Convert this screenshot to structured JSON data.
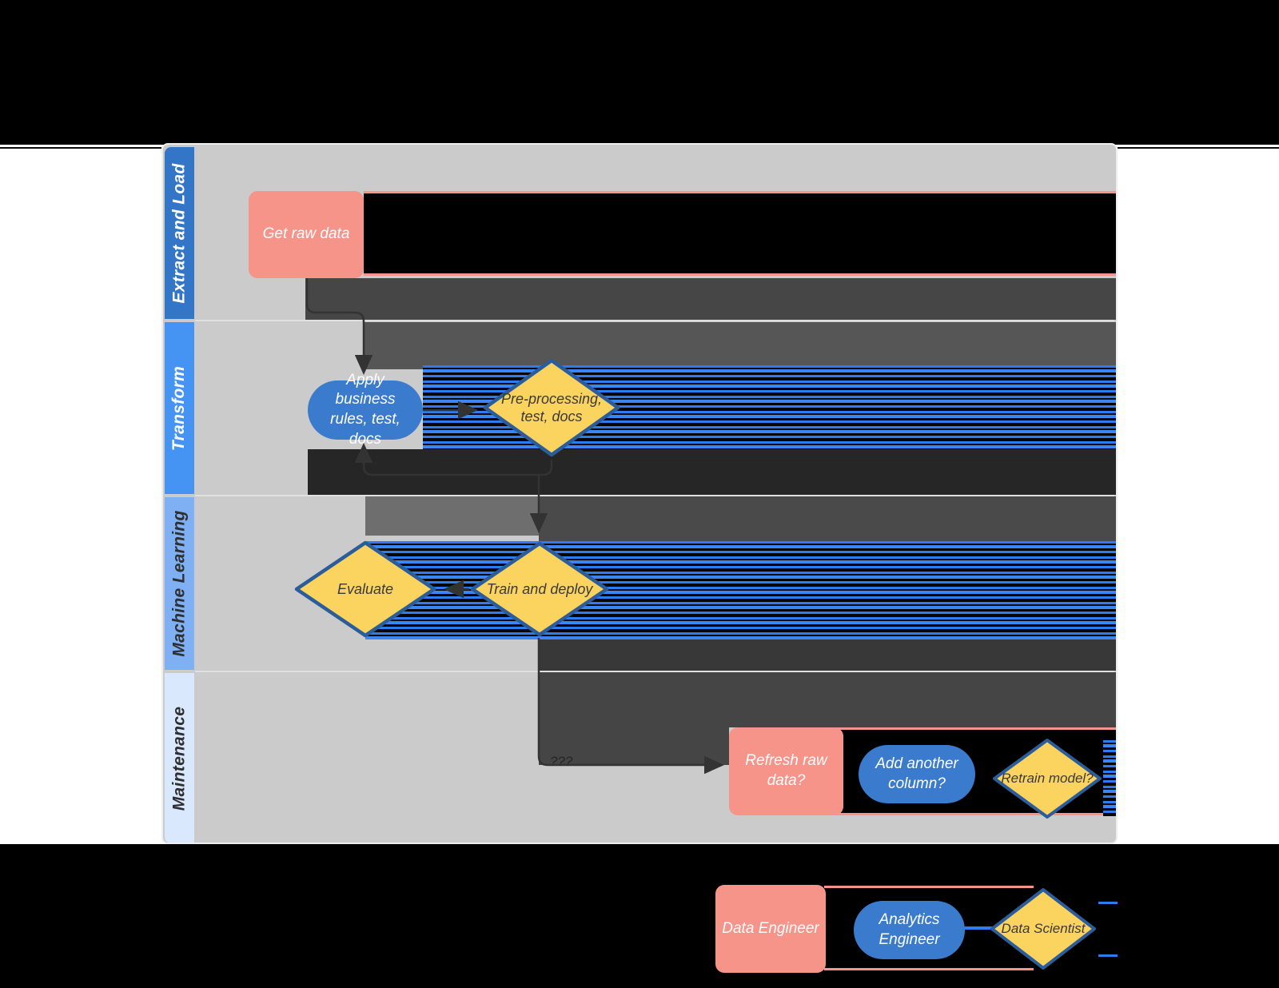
{
  "lanes": [
    {
      "label": "Extract and Load",
      "color": "#3376c8",
      "text_color": "#ffffff"
    },
    {
      "label": "Transform",
      "color": "#4594f3",
      "text_color": "#ffffff"
    },
    {
      "label": "Machine Learning",
      "color": "#7fb0f3",
      "text_color": "#2f2f2f"
    },
    {
      "label": "Maintenance",
      "color": "#d9e8fc",
      "text_color": "#2f2f2f"
    }
  ],
  "nodes": {
    "get_raw_data": {
      "label": "Get raw data",
      "shape": "rounded-rectangle"
    },
    "apply_business_rules": {
      "label": "Apply business rules, test, docs",
      "shape": "stadium"
    },
    "pre_processing": {
      "label": "Pre-processing, test, docs",
      "shape": "diamond"
    },
    "evaluate": {
      "label": "Evaluate",
      "shape": "diamond"
    },
    "train_and_deploy": {
      "label": "Train and deploy",
      "shape": "diamond"
    },
    "refresh_raw_data": {
      "label": "Refresh raw data?",
      "shape": "rounded-rectangle"
    },
    "add_another_column": {
      "label": "Add another column?",
      "shape": "stadium"
    },
    "retrain_model": {
      "label": "Retrain model?",
      "shape": "diamond"
    }
  },
  "edges": {
    "maintenance_question_label": "???"
  },
  "legend": {
    "items": [
      {
        "label": "Data Engineer",
        "shape": "rounded-rectangle",
        "color": "#f7948a"
      },
      {
        "label": "Analytics Engineer",
        "shape": "stadium",
        "color": "#3b7bce"
      },
      {
        "label": "Data Scientist",
        "shape": "diamond",
        "color": "#fbd35f"
      }
    ]
  },
  "colors": {
    "process_fill": "#f7948a",
    "process_text": "#ffffff",
    "stadium_fill": "#3b7bce",
    "stadium_text": "#ffffff",
    "diamond_fill": "#fbd35f",
    "diamond_border": "#2c5d9b",
    "diamond_text": "#3a3a3a",
    "lane_body": "#cbcbcb",
    "connector": "#333333",
    "background_top_bottom": "#000000",
    "background_sides": "#ffffff",
    "artifact_blue": "#2e7cf2",
    "artifact_salmon": "#f7948a"
  }
}
